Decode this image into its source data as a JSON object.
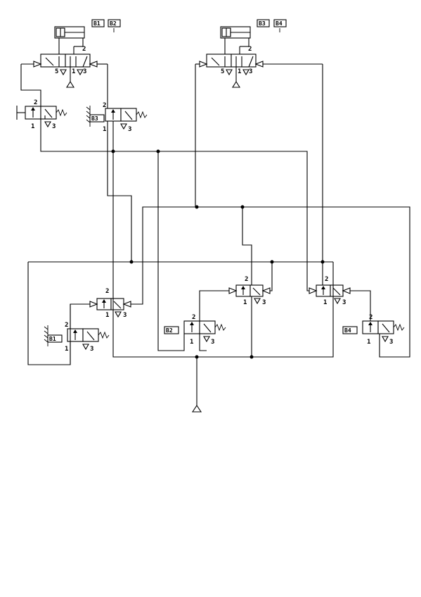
{
  "diagram": {
    "sensor_tags": [
      "B1",
      "B2",
      "B3",
      "B4"
    ],
    "port_labels": {
      "supply": "1",
      "output": "2",
      "exhaust": "3",
      "exhaust_alt": "5"
    }
  }
}
